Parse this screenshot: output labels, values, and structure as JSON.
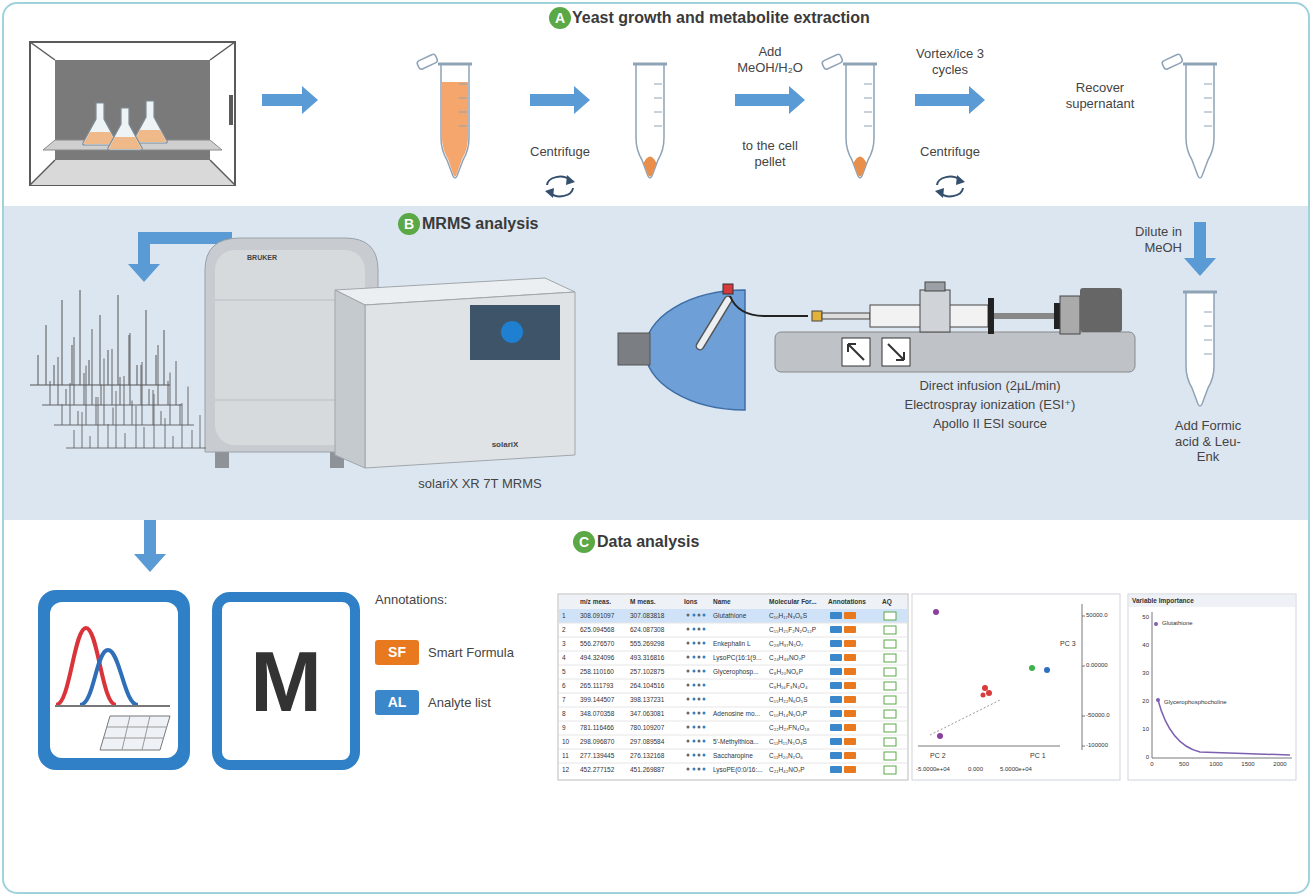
{
  "diagram": {
    "nodes": [
      {
        "text": [
          "Yeast growth and metabolite extraction"
        ]
      },
      {
        "text": [
          "A"
        ],
        "in": 0
      },
      {
        "text": [
          "MRMS analysis"
        ]
      },
      {
        "text": [
          "B"
        ],
        "in": 2
      },
      {
        "text": [
          "Data analysis"
        ]
      },
      {
        "text": [
          "C"
        ],
        "in": 4
      },
      {
        "text": [
          "M"
        ],
        "in": 4
      },
      {
        "text": [
          "SF"
        ],
        "in": 4
      },
      {
        "text": [
          "AL"
        ],
        "in": 4
      }
    ],
    "labels": [
      "Centrifuge",
      "Add MeOH/H₂O",
      "to the cell pellet",
      "Vortex/ice 3 cycles",
      "Centrifuge",
      "Recover supernatant",
      "Dilute in MeOH",
      "Add Formic acid & Leu-Enk",
      "Direct infusion (2µL/min)",
      "Electrospray ionization (ESI⁺)",
      "Apollo II ESI source",
      "solariX XR 7T MRMS",
      "BRUKER",
      "solariX",
      "Annotations:",
      "Smart Formula",
      "Analyte list",
      "m/z meas.",
      "M meas.",
      "Ions",
      "Name",
      "Molecular For...",
      "Annotations",
      "AQ",
      "1",
      "308.091097",
      "307.083818",
      "Glutathione",
      "C₁₀H₁₇N₃O₆S",
      "2",
      "625.094568",
      "624.087308",
      "C₁₅H₂₅F₂N₂O₁₂P",
      "3",
      "556.276570",
      "555.269298",
      "Enkephalin L",
      "C₂₈H₃₇N₅O₇",
      "4",
      "494.324096",
      "493.316816",
      "LysoPC(16:1(9...",
      "C₂₄H₄₈NO₇P",
      "5",
      "258.110160",
      "257.102875",
      "Glycerophosp...",
      "C₈H₂₀NO₆P",
      "6",
      "265.111793",
      "264.104516",
      "C₈H₁₆F₃N₄O₄",
      "7",
      "399.144507",
      "398.137231",
      "C₁₅H₂₂N₆O₅S",
      "8",
      "348.070358",
      "347.063081",
      "Adenosine mo...",
      "C₁₀H₁₄N₅O₇P",
      "9",
      "781.116466",
      "780.109207",
      "C₂₂H₂₇FN₄O₁₈",
      "10",
      "298.096870",
      "297.089584",
      "5'-Methylthioa...",
      "C₁₁H₁₅N₅O₃S",
      "11",
      "277.139445",
      "276.132168",
      "Saccharopine",
      "C₁₁H₂₀N₂O₆",
      "12",
      "452.277152",
      "451.269887",
      "LysoPE(0:0/16:...",
      "C₂₁H₄₂NO₇P",
      "PC 3",
      "50000.0",
      "0.00000",
      "-50000.0",
      "-100000",
      "PC 2",
      "PC 1",
      "-5.0000e+04",
      "0.000",
      "5.0000e+04",
      "Variable Importance",
      "50",
      "40",
      "30",
      "20",
      "10",
      "0",
      "Glutathione",
      "Glycerophosphocholine",
      "0",
      "500",
      "1000",
      "1500",
      "2000"
    ]
  }
}
